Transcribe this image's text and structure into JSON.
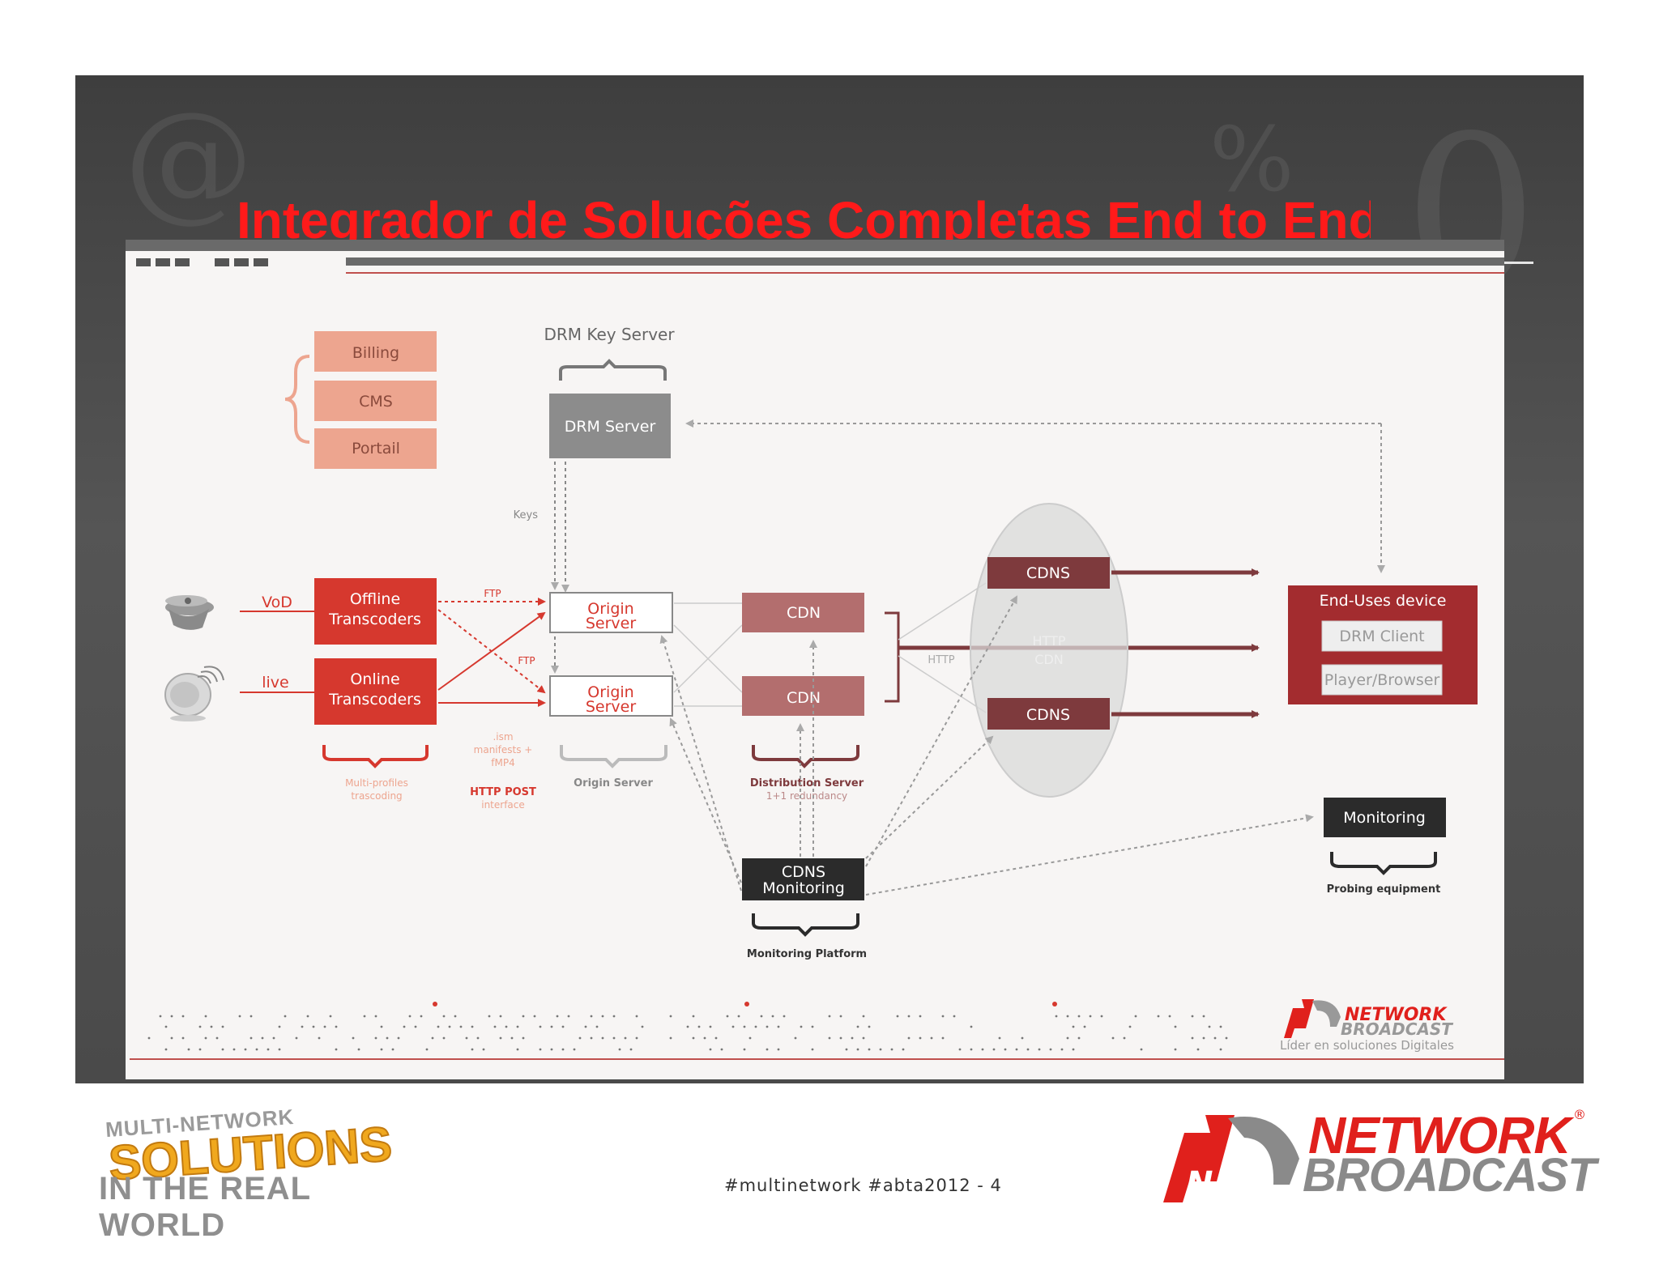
{
  "title": "Integrador de Soluções Completas End to End",
  "colors": {
    "accent_red": "#d6382e",
    "salmon": "#eda58f",
    "dark_red": "#7e3a3d",
    "bordeaux": "#a32c2f",
    "gray": "#8c8c8c",
    "black": "#2b2b2b"
  },
  "diagram": {
    "top_boxes": [
      "Billing",
      "CMS",
      "Portail"
    ],
    "drm_key_server_label": "DRM Key Server",
    "drm_server": "DRM Server",
    "keys_label": "Keys",
    "vod_label": "VoD",
    "live_label": "live",
    "offline_transcoders": [
      "Offline",
      "Transcoders"
    ],
    "online_transcoders": [
      "Online",
      "Transcoders"
    ],
    "ftp_top": "FTP",
    "ftp_bottom": "FTP",
    "origin_server": [
      "Origin",
      "Server"
    ],
    "ism_note": [
      ".ism",
      "manifests +",
      "fMP4"
    ],
    "http_post": "HTTP POST",
    "http_post_sub": "interface",
    "multi_profiles": [
      "Multi-profiles",
      "trascoding"
    ],
    "origin_server_group": "Origin Server",
    "cdn": "CDN",
    "distribution_server": "Distribution Server",
    "redundancy": "1+1 redundancy",
    "cdns_monitoring": [
      "CDNS",
      "Monitoring"
    ],
    "monitoring_platform": "Monitoring Platform",
    "cdns": "CDNS",
    "http_label": "HTTP",
    "http_cdn": [
      "HTTP",
      "CDN"
    ],
    "end_user_device": "End-Uses device",
    "drm_client": "DRM Client",
    "player_browser": "Player/Browser",
    "monitoring": "Monitoring",
    "probing_equipment": "Probing equipment",
    "nb_logo_line1": "NETWORK",
    "nb_logo_line2": "BROADCAST",
    "nb_logo_tagline": "Líder en soluciones Digitales"
  },
  "footer": {
    "solutions_line1": "MULTI-NETWORK",
    "solutions_line2": "SOLUTIONS",
    "solutions_line3": "IN THE REAL WORLD",
    "hashtag": "#multinetwork #abta2012  - 4",
    "brand_line1": "NETWORK",
    "brand_line2": "BROADCAST",
    "brand_reg": "®",
    "icons": [
      "film-reel-icon",
      "satellite-dish-icon",
      "nb-logo-icon",
      "globe-icon"
    ]
  }
}
